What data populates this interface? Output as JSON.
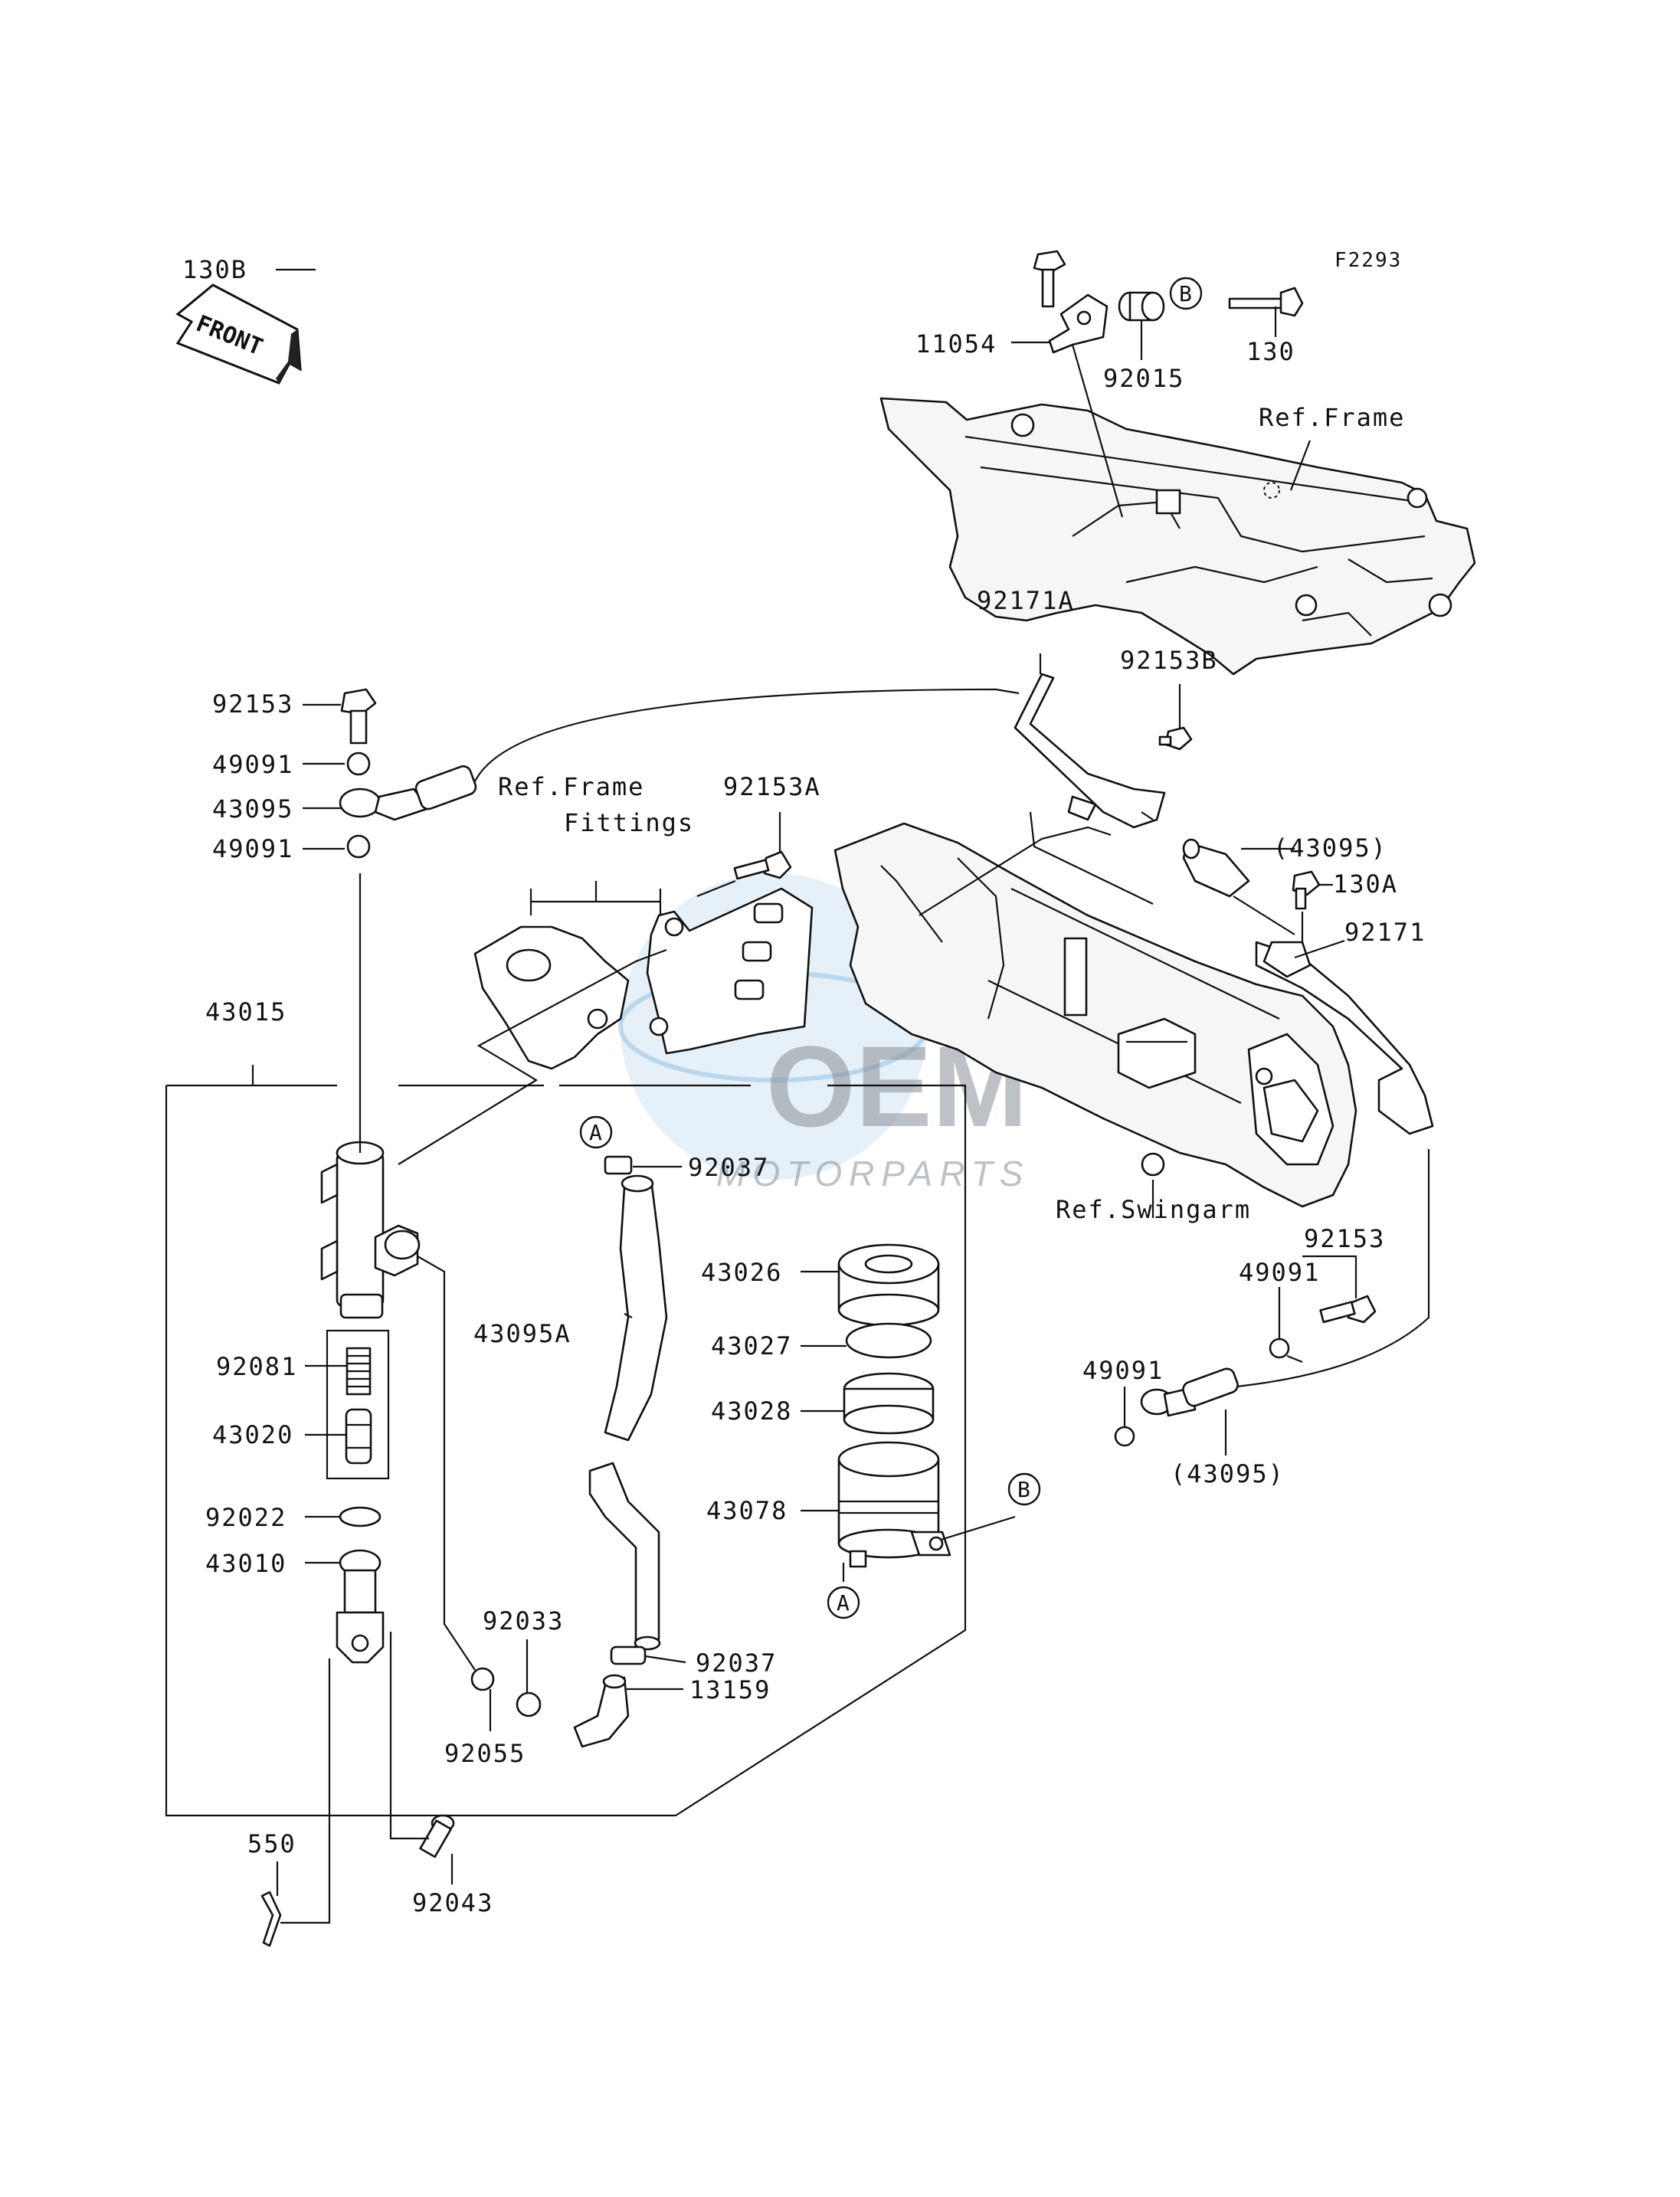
{
  "diagram_code": "F2293",
  "front_arrow_label": "FRONT",
  "watermark": {
    "brand": "OEM",
    "sub": "MOTORPARTS"
  },
  "reference_labels": {
    "ref_frame_top": "Ref.Frame",
    "ref_frame_fittings_line1": "Ref.Frame",
    "ref_frame_fittings_line2": "Fittings",
    "ref_swingarm": "Ref.Swingarm"
  },
  "markers": {
    "a": "A",
    "b": "B"
  },
  "parts": {
    "p130B": "130B",
    "p11054": "11054",
    "p92015": "92015",
    "p130": "130",
    "p92171A": "92171A",
    "p92153B": "92153B",
    "p92153_top": "92153",
    "p49091_top1": "49091",
    "p43095_top": "43095",
    "p49091_top2": "49091",
    "p92153A": "92153A",
    "p43095_paren1": "(43095)",
    "p130A": "130A",
    "p92171": "92171",
    "p43015": "43015",
    "p92037_top": "92037",
    "p43026": "43026",
    "p43095A": "43095A",
    "p43027": "43027",
    "p43028": "43028",
    "p43078": "43078",
    "p92081": "92081",
    "p43020": "43020",
    "p92022": "92022",
    "p43010": "43010",
    "p92033": "92033",
    "p92037_bot": "92037",
    "p13159": "13159",
    "p92055": "92055",
    "p550": "550",
    "p92043": "92043",
    "p92153_right": "92153",
    "p49091_right1": "49091",
    "p49091_right2": "49091",
    "p43095_paren2": "(43095)"
  }
}
